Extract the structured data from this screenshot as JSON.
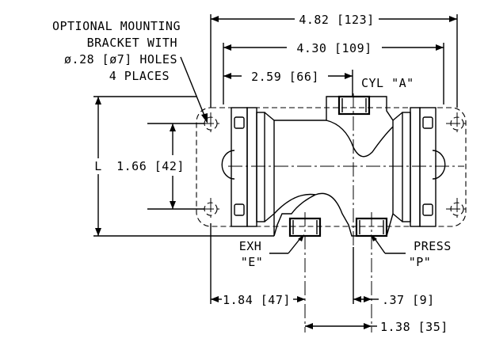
{
  "note": {
    "line1": "OPTIONAL MOUNTING",
    "line2": "BRACKET WITH",
    "line3": "ø.28 [ø7] HOLES",
    "line4": "4 PLACES"
  },
  "dims": {
    "overall_width": "4.82 [123]",
    "body_width": "4.30 [109]",
    "cyl_offset": "2.59 [66]",
    "hole_spacing": "1.66 [42]",
    "length": "L",
    "exh_offset": "1.84 [47]",
    "press_offset": ".37 [9]",
    "port_spacing": "1.38 [35]"
  },
  "ports": {
    "cyl_a": "CYL \"A\"",
    "exh": "EXH",
    "exh_code": "\"E\"",
    "press": "PRESS",
    "press_code": "\"P\""
  }
}
